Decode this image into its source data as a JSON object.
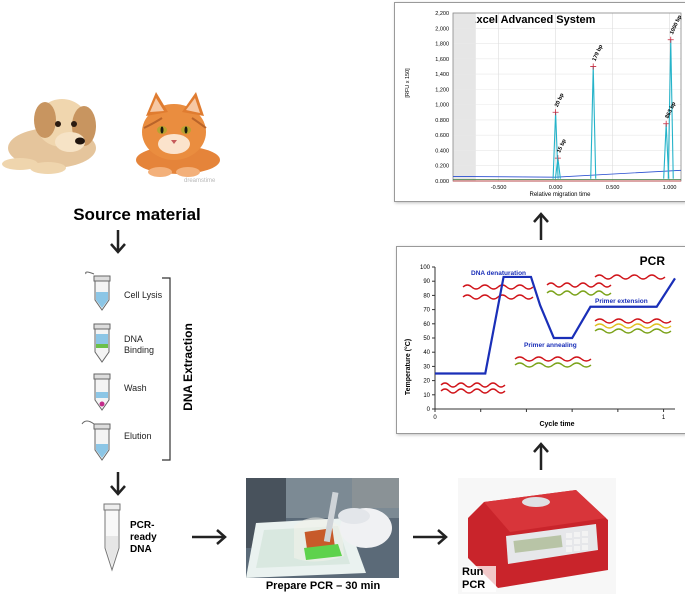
{
  "source": {
    "title": "Source material",
    "watermark": "dreamstime"
  },
  "extraction": {
    "title": "DNA Extraction",
    "steps": [
      {
        "label": "Cell Lysis"
      },
      {
        "label": "DNA Binding"
      },
      {
        "label": "Wash"
      },
      {
        "label": "Elution"
      }
    ]
  },
  "pcr_ready": {
    "label": "PCR-ready DNA"
  },
  "prepare": {
    "label": "Prepare PCR – 30 min"
  },
  "run": {
    "label": "Run PCR"
  },
  "pcr_chart": {
    "title": "PCR",
    "ylabel": "Temperature (°C)",
    "xlabel": "Cycle time",
    "yticks": [
      "100",
      "90",
      "80",
      "70",
      "60",
      "50",
      "40",
      "30",
      "20",
      "10",
      "0"
    ],
    "xticks": [
      "0",
      "",
      "",
      "",
      "",
      "1"
    ],
    "annotations": [
      "DNA denaturation",
      "Primer annealing",
      "Primer extension"
    ]
  },
  "qiaxcel": {
    "title": "QIAxcel Advanced System",
    "ylabel": "[RFU x 150]",
    "xlabel": "Relative migration time",
    "yticks": [
      "2,200",
      "2,000",
      "1,800",
      "1,600",
      "1,400",
      "1,200",
      "1,000",
      "0.800",
      "0.600",
      "0.400",
      "0.200",
      "0.000"
    ],
    "xticks": [
      "-0.500",
      "0.000",
      "0.500",
      "1.000"
    ],
    "peaks": [
      "15 bp",
      "20 bp",
      "179 bp",
      "863 bp",
      "1000 bp"
    ]
  },
  "chart_data": [
    {
      "type": "line",
      "title": "PCR",
      "xlabel": "Cycle time",
      "ylabel": "Temperature (°C)",
      "ylim": [
        0,
        100
      ],
      "xlim": [
        0,
        1.05
      ],
      "x": [
        0.0,
        0.12,
        0.22,
        0.3,
        0.42,
        0.46,
        0.52,
        0.6,
        0.68,
        0.75,
        0.83,
        0.92,
        0.97,
        1.05
      ],
      "series": [
        {
          "values": [
            25,
            25,
            25,
            93,
            93,
            73,
            50,
            50,
            72,
            72,
            72,
            72,
            72,
            92
          ]
        }
      ],
      "annotations": [
        "DNA denaturation",
        "Primer annealing",
        "Primer extension"
      ]
    },
    {
      "type": "line",
      "title": "QIAxcel Advanced System",
      "xlabel": "Relative migration time",
      "ylabel": "[RFU x 150]",
      "ylim": [
        0,
        2.2
      ],
      "xlim": [
        -0.9,
        1.1
      ],
      "peaks": [
        {
          "label": "15 bp",
          "x": 0.02,
          "y": 0.3
        },
        {
          "label": "20 bp",
          "x": 0.0,
          "y": 0.9
        },
        {
          "label": "179 bp",
          "x": 0.33,
          "y": 1.5
        },
        {
          "label": "863 bp",
          "x": 0.97,
          "y": 0.75
        },
        {
          "label": "1000 bp",
          "x": 1.01,
          "y": 1.85
        }
      ]
    }
  ],
  "colors": {
    "pcr_line": "#1a2fb8",
    "strand_red": "#d0141a",
    "strand_green": "#7ba31a",
    "strand_yellow": "#e0c020",
    "peak_teal": "#25b3c9"
  }
}
